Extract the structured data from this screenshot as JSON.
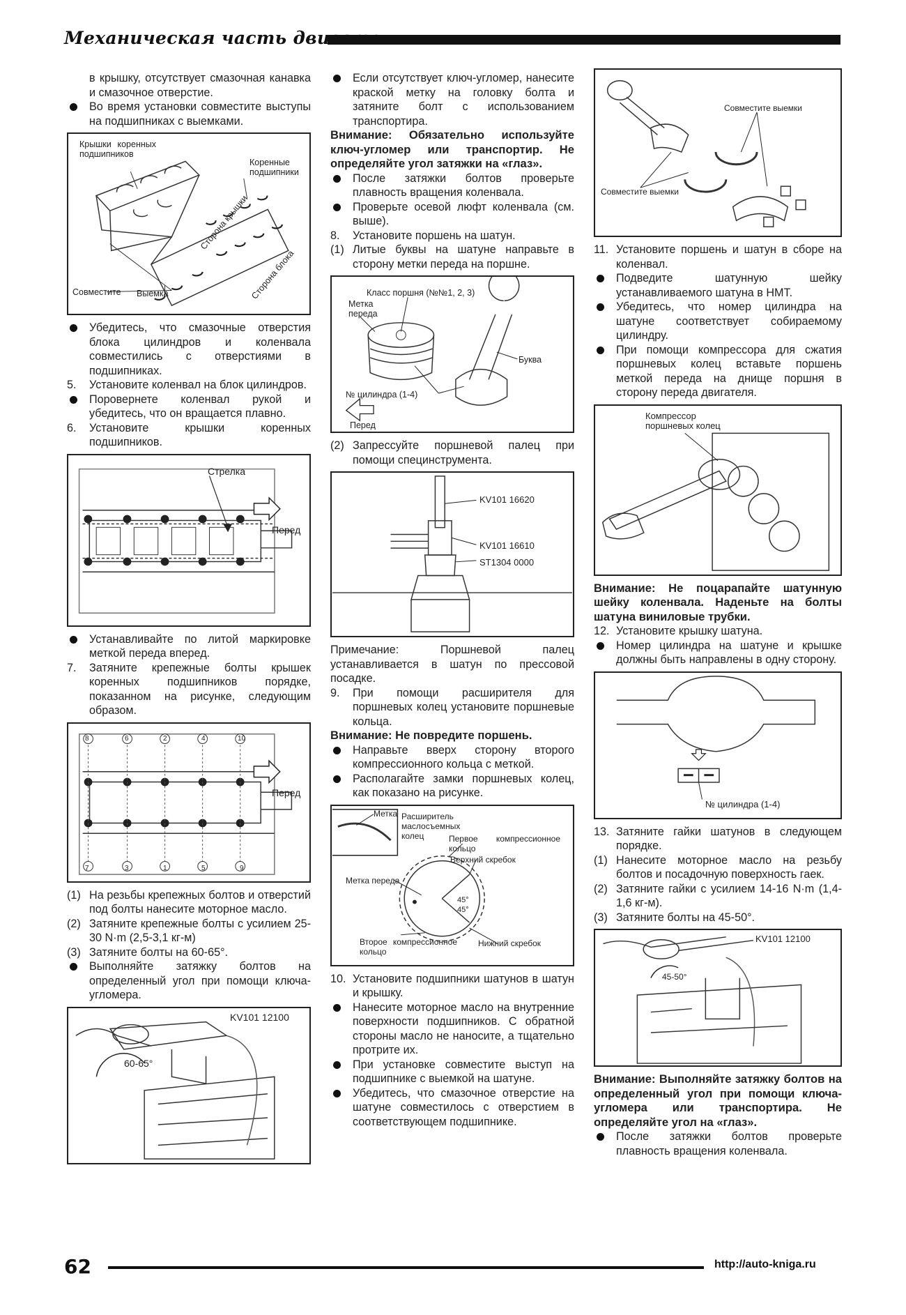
{
  "header": {
    "title": "Механическая часть двигателя"
  },
  "footer": {
    "page_number": "62",
    "url": "http://auto-kniga.ru"
  },
  "col1": {
    "p1": "в крышку, отсутствует смазочная канавка и смазочное отверстие.",
    "b1": "Во время установки совместите выступы на подшипниках с выемками.",
    "fig1": {
      "label_caps": "Крышки коренных подшипников",
      "label_bearings": "Коренные подшипники",
      "label_cap_side": "Сторона крышки",
      "label_block_side": "Сторона блока",
      "label_align": "Совместите",
      "label_notch": "Выемка"
    },
    "b2": "Убедитесь, что смазочные отверстия блока цилиндров и коленвала совместились с отверстиями в подшипниках.",
    "s5_num": "5.",
    "s5": "Установите коленвал на блок цилиндров.",
    "b3": "Поровернете коленвал рукой и убедитесь, что он вращается плавно.",
    "s6_num": "6.",
    "s6": "Установите крышки коренных подшипников.",
    "fig2": {
      "label_arrow": "Стрелка",
      "label_front": "Перед"
    },
    "b4": "Устанавливайте по литой маркировке меткой переда вперед.",
    "s7_num": "7.",
    "s7": "Затяните крепежные болты крышек коренных подшипников порядке, показанном на рисунке, следующим образом.",
    "fig3": {
      "label_front": "Перед",
      "order": [
        "8",
        "6",
        "2",
        "4",
        "10",
        "7",
        "3",
        "1",
        "5",
        "9"
      ]
    },
    "s1_num": "(1)",
    "s1": "На резьбы крепежных болтов и отверстий под болты нанесите моторное масло.",
    "s2_num": "(2)",
    "s2": "Затяните крепежные болты с усилием 25-30 N·m (2,5-3,1 кг-м)",
    "s3_num": "(3)",
    "s3": "Затяните болты на 60-65°.",
    "b5": "Выполняйте затяжку болтов на определенный угол при помощи ключа-угломера.",
    "fig4": {
      "label_tool": "KV101 12100",
      "label_angle": "60-65°"
    }
  },
  "col2": {
    "b1": "Если отсутствует ключ-угломер, нанесите краской метку на головку болта и затяните болт с использованием транспортира.",
    "w1": "Внимание: Обязательно используйте ключ-угломер или транспортир. Не определяйте угол затяжки на «глаз».",
    "b2": "После затяжки болтов проверьте плавность вращения коленвала.",
    "b3": "Проверьте осевой люфт коленвала (см. выше).",
    "s8_num": "8.",
    "s8": "Установите поршень на шатун.",
    "s1_num": "(1)",
    "s1": "Литые буквы на шатуне направьте в сторону метки переда на поршне.",
    "fig5": {
      "label_class": "Класс поршня (№№1, 2, 3)",
      "label_front_mark": "Метка переда",
      "label_letter": "Буква",
      "label_cyl": "№ цилиндра (1-4)",
      "label_front": "Перед"
    },
    "s2_num": "(2)",
    "s2": "Запрессуйте поршневой палец при помощи специнструмента.",
    "fig6": {
      "label_a": "KV101 16620",
      "label_b": "KV101 16610",
      "label_c": "ST1304 0000"
    },
    "note": "Примечание: Поршневой палец устанавливается в шатун по прессовой посадке.",
    "s9_num": "9.",
    "s9": "При помощи расширителя для поршневых колец установите поршневые кольца.",
    "w2": "Внимание: Не повредите поршень.",
    "b4": "Направьте вверх сторону второго компрессионного кольца с меткой.",
    "b5": "Располагайте замки поршневых колец, как показано на рисунке.",
    "fig7": {
      "label_mark": "Метка",
      "label_expander": "Расширитель маслосъемных колец",
      "label_first": "Первое компрессионное кольцо",
      "label_upper": "Верхний скребок",
      "label_front_mark": "Метка переда",
      "label_second": "Второе компрессионное кольцо",
      "label_lower": "Нижний скребок",
      "label_45a": "45°",
      "label_45b": "45°"
    },
    "s10_num": "10.",
    "s10": "Установите подшипники шатунов в шатун и крышку.",
    "b6": "Нанесите моторное масло на внутренние поверхности подшипников. С обратной стороны масло не наносите, а тщательно протрите их.",
    "b7": "При установке совместите выступ на подшипнике с выемкой на шатуне.",
    "b8": "Убедитесь, что смазочное отверстие на шатуне совместилось с отверстием в соответствующем подшипнике."
  },
  "col3": {
    "fig8": {
      "label_align1": "Совместите выемки",
      "label_align2": "Совместите выемки"
    },
    "s11_num": "11.",
    "s11": "Установите поршень и шатун в сборе на коленвал.",
    "b1": "Подведите шатунную шейку устанавливаемого шатуна в НМТ.",
    "b2": "Убедитесь, что номер цилиндра на шатуне соответствует собираемому цилиндру.",
    "b3": "При помощи компрессора для сжатия поршневых колец вставьте поршень меткой переда на днище поршня в сторону переда двигателя.",
    "fig9": {
      "label_compressor": "Компрессор поршневых колец"
    },
    "w1": "Внимание: Не поцарапайте шатунную шейку коленвала. Наденьте на болты шатуна виниловые трубки.",
    "s12_num": "12.",
    "s12": "Установите крышку шатуна.",
    "b4": "Номер цилиндра на шатуне и крышке должны быть направлены в одну сторону.",
    "fig10": {
      "label_cyl": "№ цилиндра (1-4)"
    },
    "s13_num": "13.",
    "s13": "Затяните гайки шатунов в следующем порядке.",
    "s1_num": "(1)",
    "s1": "Нанесите моторное масло на резьбу болтов и посадочную поверхность гаек.",
    "s2_num": "(2)",
    "s2": "Затяните гайки с усилием 14-16 N·m (1,4-1,6 кг-м).",
    "s3_num": "(3)",
    "s3": "Затяните болты на 45-50°.",
    "fig11": {
      "label_tool": "KV101 12100",
      "label_angle": "45-50°"
    },
    "w2": "Внимание: Выполняйте затяжку болтов на определенный угол при помощи ключа-угломера или транспортира. Не определяйте угол на «глаз».",
    "b5": "После затяжки болтов проверьте плавность вращения коленвала."
  }
}
